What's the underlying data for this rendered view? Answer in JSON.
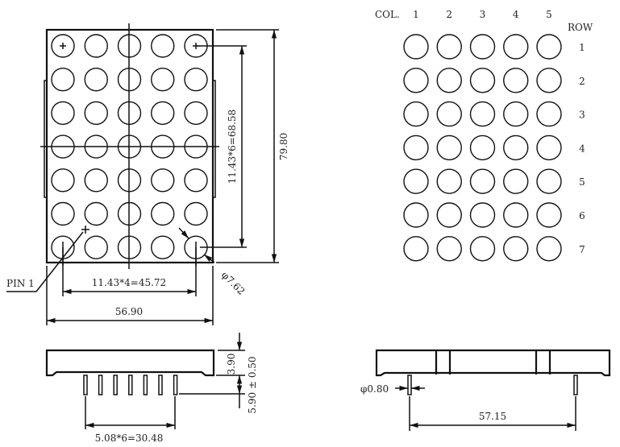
{
  "front_view": {
    "pin1_label": "PIN 1",
    "dim_row_pitch": "11.43*6=68.58",
    "dim_height": "79.80",
    "dim_col_pitch": "11.43*4=45.72",
    "dim_width": "56.90",
    "dim_led_diameter": "φ7.62",
    "columns": 5,
    "rows": 7
  },
  "matrix_view": {
    "col_label": "COL.",
    "row_label": "ROW",
    "col_numbers": [
      "1",
      "2",
      "3",
      "4",
      "5"
    ],
    "row_numbers": [
      "1",
      "2",
      "3",
      "4",
      "5",
      "6",
      "7"
    ]
  },
  "side_view": {
    "dim_body_height": "3.90",
    "dim_pin_length": "5.90 ± 0.50",
    "dim_pin_pitch": "5.08*6=30.48"
  },
  "end_view": {
    "dim_pin_diameter": "φ0.80",
    "dim_row_spacing": "57.15"
  }
}
